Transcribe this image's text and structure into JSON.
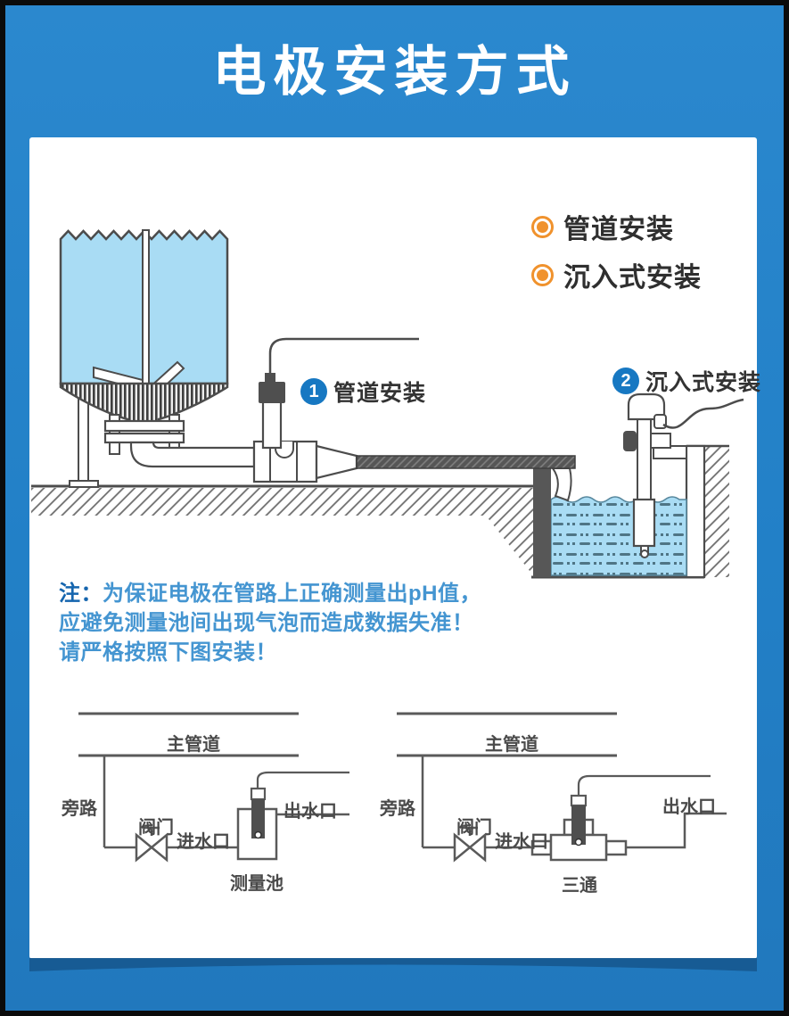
{
  "title": "电极安装方式",
  "legend": {
    "items": [
      {
        "label": "管道安装"
      },
      {
        "label": "沉入式安装"
      }
    ]
  },
  "callouts": [
    {
      "number": "1",
      "label": "管道安装"
    },
    {
      "number": "2",
      "label": "沉入式安装"
    }
  ],
  "note": {
    "prefix": "注：",
    "line1": "为保证电极在管路上正确测量出pH值，",
    "line2": "应避免测量池间出现气泡而造成数据失准！",
    "line3": "请严格按照下图安装！"
  },
  "schematic_left": {
    "main_pipe": "主管道",
    "bypass": "旁路",
    "valve": "阀门",
    "inlet": "进水口",
    "outlet": "出水口",
    "vessel": "测量池"
  },
  "schematic_right": {
    "main_pipe": "主管道",
    "bypass": "旁路",
    "valve": "阀门",
    "inlet": "进水口",
    "outlet": "出水口",
    "vessel": "三通"
  },
  "colors": {
    "background_blue": "#2280c7",
    "accent_orange": "#f0922d",
    "callout_blue": "#1778c2",
    "note_blue": "#4495d1",
    "note_prefix_blue": "#1565ae",
    "water_blue": "#a9dcf4",
    "line_gray": "#4c4c4c"
  }
}
